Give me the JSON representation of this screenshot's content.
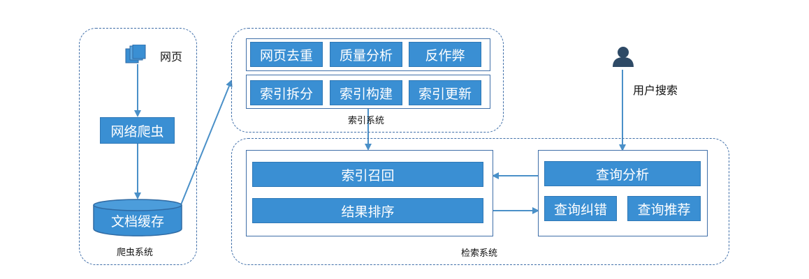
{
  "crawler": {
    "group_label": "爬虫系统",
    "webpage_label": "网页",
    "crawler_block": "网络爬虫",
    "cache_block": "文档缓存"
  },
  "index": {
    "group_label": "索引系统",
    "row1": [
      "网页去重",
      "质量分析",
      "反作弊"
    ],
    "row2": [
      "索引拆分",
      "索引构建",
      "索引更新"
    ]
  },
  "retrieval": {
    "group_label": "检索系统",
    "recall": "索引召回",
    "rank": "结果排序",
    "query_analysis": "查询分析",
    "query_correct": "查询纠错",
    "query_recommend": "查询推荐"
  },
  "user": {
    "label": "用户搜索",
    "icon": "user-icon"
  },
  "colors": {
    "block": "#3a8fd3",
    "line": "#3f6ea8",
    "arrow": "#4a90c8"
  }
}
